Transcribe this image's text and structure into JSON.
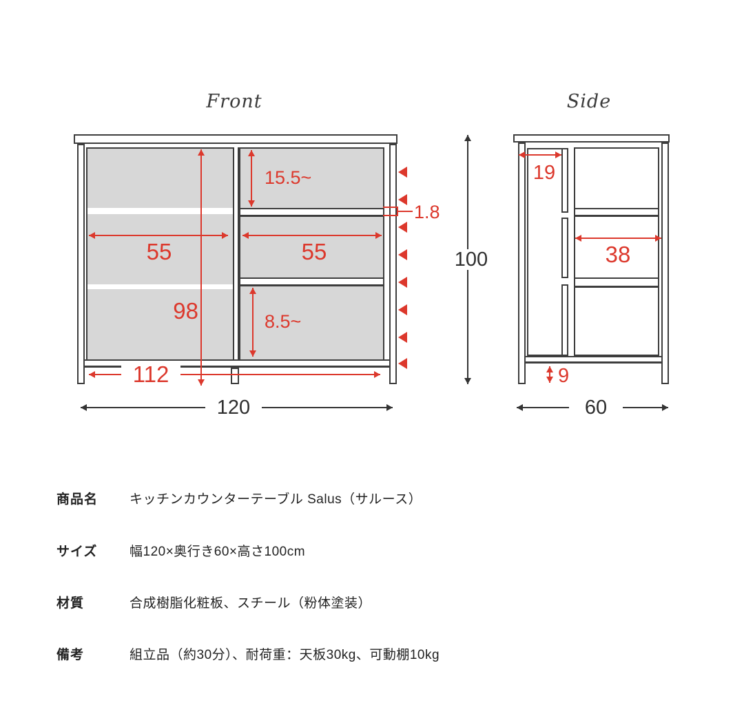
{
  "front": {
    "title": "Front",
    "dims": {
      "top_shelf_pitch": "15.5~",
      "shelf_thickness": "1.8",
      "left_inner_width": "55",
      "right_inner_width": "55",
      "inner_height": "98",
      "bottom_shelf_pitch": "8.5~",
      "inner_width": "112",
      "total_width": "120",
      "total_height": "100"
    }
  },
  "side": {
    "title": "Side",
    "dims": {
      "front_depth": "19",
      "shelf_depth": "38",
      "leg_height": "9",
      "total_depth": "60"
    }
  },
  "colors": {
    "dimension_red": "#dc382c",
    "line_dark": "#3d3d3d",
    "panel_gray": "#d7d7d7"
  },
  "spec_table": {
    "rows": [
      {
        "label": "商品名",
        "value": "キッチンカウンターテーブル Salus（サルース）"
      },
      {
        "label": "サイズ",
        "value": "幅120×奥行き60×高さ100cm"
      },
      {
        "label": "材質",
        "value": "合成樹脂化粧板、スチール（粉体塗装）"
      },
      {
        "label": "備考",
        "value": "組立品（約30分）、耐荷重：天板30kg、可動棚10kg"
      }
    ]
  }
}
